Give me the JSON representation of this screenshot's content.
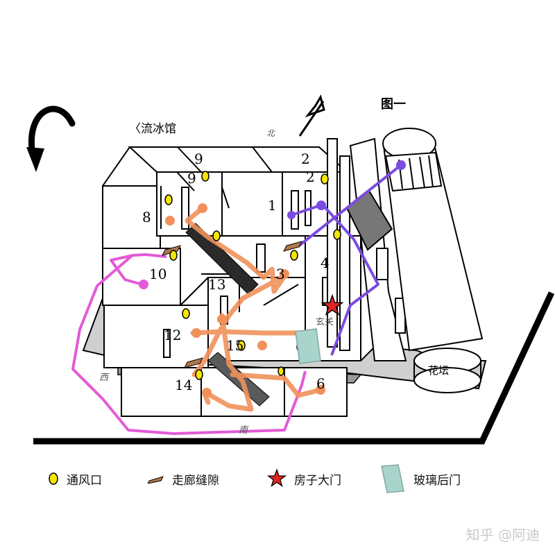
{
  "figure": {
    "title": "图一"
  },
  "labels": {
    "hall": "〈流冰馆",
    "north": "北",
    "west": "西",
    "south": "南",
    "entrance": "玄关",
    "flowerbed": "花坛"
  },
  "rooms": {
    "r1": "1",
    "r2_top": "2",
    "r2": "2",
    "r3": "3",
    "r4": "4",
    "r6": "6",
    "r8": "8",
    "r9_top": "9",
    "r9": "9",
    "r10": "10",
    "r12": "12",
    "r13": "13",
    "r14": "14",
    "r15": "15"
  },
  "legend": {
    "vent": "通风口",
    "corridor_gap": "走廊缝隙",
    "main_door": "房子大门",
    "glass_back_door": "玻璃后门"
  },
  "colors": {
    "vent": "#f5e600",
    "corridor_gap": "#b0764a",
    "main_door": "#e02424",
    "glass_back_door": "#a9d4cc",
    "orange_path": "#f0915a",
    "purple_path": "#7a4ce0",
    "pink_path": "#e35ad6"
  },
  "watermark": "知乎 @阿迪"
}
